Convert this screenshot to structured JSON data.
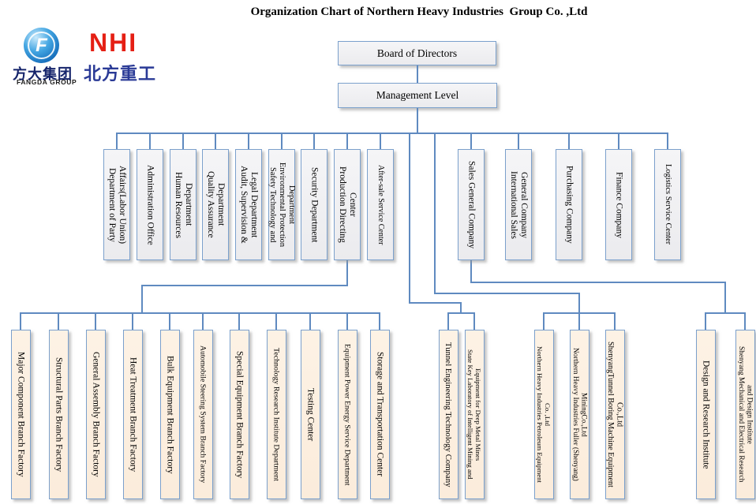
{
  "title": "Organization Chart of Northern Heavy Industries  Group Co. ,Ltd",
  "logos": {
    "fangda": {
      "symbol": "F",
      "cn": "方大集团",
      "en": "FANGDA GROUP"
    },
    "nhi": {
      "abbr": "NHI",
      "cn": "北方重工"
    }
  },
  "root": {
    "board_label": "Board of Directors",
    "management_label": "Management Level"
  },
  "level2": [
    {
      "label": "Department of Party\nAffairs(Labor Union)"
    },
    {
      "label": "Administration Office"
    },
    {
      "label": "Human Resources\nDepartment"
    },
    {
      "label": "Quality Assurance\nDepartment"
    },
    {
      "label": "Audit, Supervision &\nLegal Department"
    },
    {
      "label": "Safety Technology and\nEnvironmental Protection\nDepartment"
    },
    {
      "label": "Security Department"
    },
    {
      "label": "Production Directing\nCenter"
    },
    {
      "label": "After-sale Service Center"
    },
    {
      "label": "Sales General Company"
    },
    {
      "label": "International Sales\nGeneral Company"
    },
    {
      "label": "Purchasing Company"
    },
    {
      "label": "Finance Company"
    },
    {
      "label": "Logistics Service Center"
    }
  ],
  "level3_groups": [
    {
      "parent": "Production Directing Center",
      "items": [
        {
          "label": "Major Component Branch Factory"
        },
        {
          "label": "Structural Parts Branch Factory"
        },
        {
          "label": "General Assembly Branch Factory"
        },
        {
          "label": "Heat Treatment Branch Factory"
        },
        {
          "label": "Bulk Equipment Branch Factory"
        },
        {
          "label": "Automobile Steering System Branch Factory"
        },
        {
          "label": "Special Equipment Branch Factory"
        },
        {
          "label": "Technology Research Institute Department"
        },
        {
          "label": "Testing Center"
        },
        {
          "label": "Equipment Power Energy Service Department"
        },
        {
          "label": "Storage and Transportation Center"
        }
      ]
    },
    {
      "parent": "Management Level",
      "items": [
        {
          "label": "Tunnel Engineering Technology Company"
        },
        {
          "label": "State Key Laboratory of Intelligent Mining and\nEquipment for Deep Metal Mines"
        }
      ]
    },
    {
      "parent": "Management Level",
      "items": [
        {
          "label": "Northern Heavy Industries Petroleum Equipment\nCo. ,Ltd"
        },
        {
          "label": "Northern Heavy Industries Fuller (Shenyang)\nMiningCo.,Ltd"
        },
        {
          "label": "ShenyangTunnel Boring Machine Equipment\nCo.,Ltd"
        }
      ]
    },
    {
      "parent": "Sales General Company",
      "items": [
        {
          "label": "Design and Research Institute"
        },
        {
          "label": "Shenyang Mechanical and Electrical Research\nand Design Institute"
        }
      ]
    }
  ],
  "colors": {
    "box_border": "#7ba0cc",
    "level_1_2_fill": "#f0f0f2",
    "level_3_fill": "#fcefe1",
    "connector": "#5f8ac0",
    "nhi_red": "#e51f14",
    "nhi_blue": "#2a3a96",
    "fangda_navy": "#15246b"
  }
}
